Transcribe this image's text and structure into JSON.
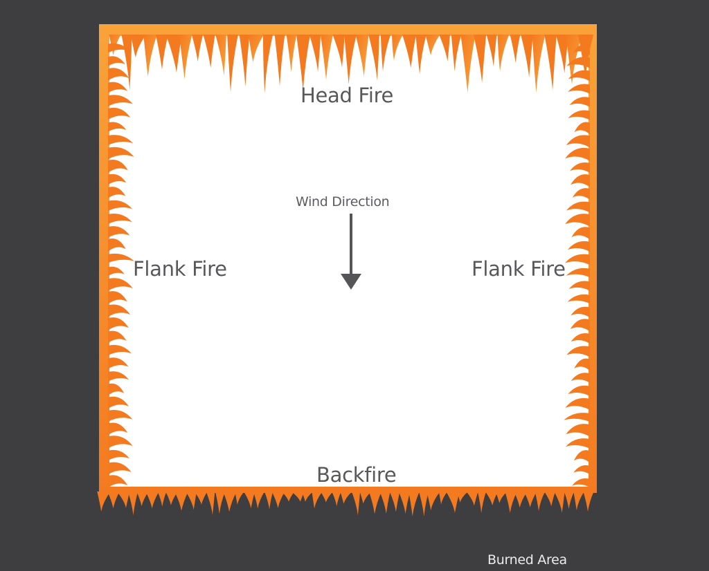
{
  "labels": {
    "head_fire": "Head Fire",
    "wind_direction": "Wind Direction",
    "flank_fire_left": "Flank Fire",
    "flank_fire_right": "Flank Fire",
    "backfire": "Backfire",
    "burned_area": "Burned Area"
  },
  "colors": {
    "background": "#3e3d40",
    "burned_area_fill": "#ffffff",
    "flame_orange": "#f47a20",
    "flame_light": "#f9a33a",
    "text": "#58585b",
    "arrow": "#555558"
  },
  "icons": {
    "wind_arrow": "arrow-down-icon"
  }
}
